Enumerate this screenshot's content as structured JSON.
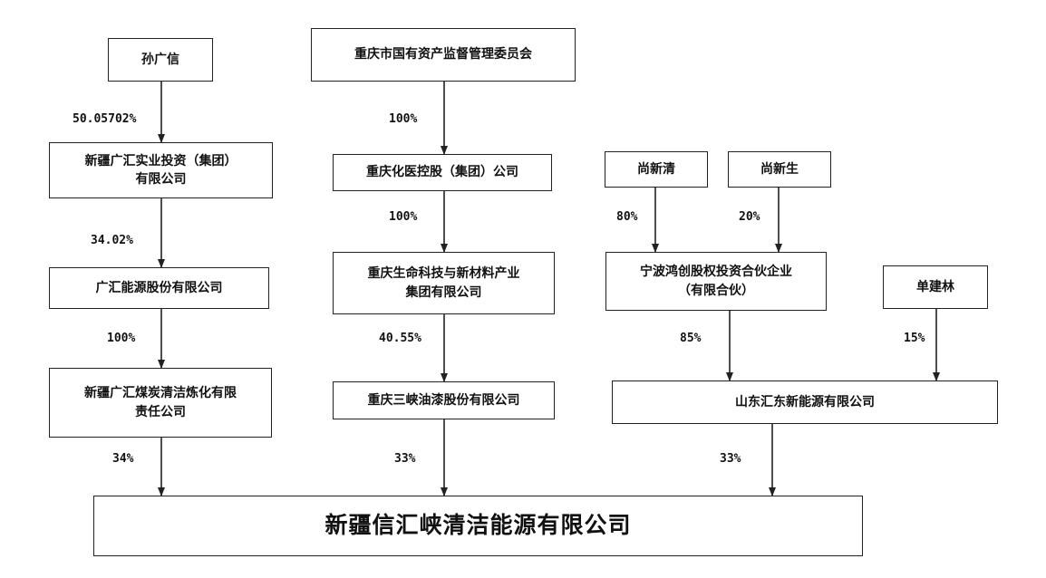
{
  "nodes": {
    "sun_guangxin": "孙广信",
    "chongqing_sasac": "重庆市国有资产监督管理委员会",
    "xinjiang_guanghui_invest": "新疆广汇实业投资（集团）\n有限公司",
    "chongqing_chemical_pharma": "重庆化医控股（集团）公司",
    "shang_xinqing": "尚新清",
    "shang_xinsheng": "尚新生",
    "guanghui_energy": "广汇能源股份有限公司",
    "chongqing_life_science": "重庆生命科技与新材料产业\n集团有限公司",
    "ningbo_hongchuang": "宁波鸿创股权投资合伙企业\n（有限合伙）",
    "shan_jianlin": "单建林",
    "xinjiang_guanghui_coal": "新疆广汇煤炭清洁炼化有限\n责任公司",
    "chongqing_sanxia_paint": "重庆三峡油漆股份有限公司",
    "shandong_huidong": "山东汇东新能源有限公司",
    "xinjiang_xinhui_sanxia": "新疆信汇峡清洁能源有限公司"
  },
  "edges": {
    "sun_to_guanghui_invest": "50.05702%",
    "sasac_to_chemical_pharma": "100%",
    "guanghui_invest_to_energy": "34.02%",
    "chemical_pharma_to_life_science": "100%",
    "xinqing_to_ningbo": "80%",
    "xinsheng_to_ningbo": "20%",
    "energy_to_coal": "100%",
    "life_science_to_paint": "40.55%",
    "ningbo_to_huidong": "85%",
    "jianlin_to_huidong": "15%",
    "coal_to_xinhui": "34%",
    "paint_to_xinhui": "33%",
    "huidong_to_xinhui": "33%"
  },
  "colors": {
    "line": "#222222",
    "box_border": "#222222",
    "background": "#ffffff"
  }
}
